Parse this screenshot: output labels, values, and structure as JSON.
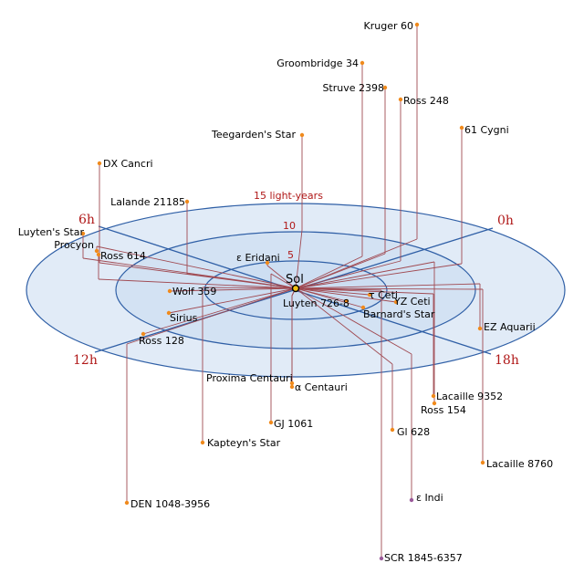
{
  "colors": {
    "disc_fill": "#c9daf0",
    "disc_stroke": "#2f5fa6",
    "drop_line": "#a04a52",
    "star_dot": "#f08a1c",
    "red_dwarf_dot": "#9a5a9a",
    "accent_red": "#b01818",
    "sol": "#f2c010"
  },
  "sun": {
    "label": "Sol"
  },
  "rings": [
    {
      "label": "5"
    },
    {
      "label": "10"
    },
    {
      "label": "15 light-years"
    }
  ],
  "hours": [
    {
      "label": "0h"
    },
    {
      "label": "6h"
    },
    {
      "label": "12h"
    },
    {
      "label": "18h"
    }
  ],
  "stars": [
    {
      "name": "Kruger 60",
      "dot": "star_dot"
    },
    {
      "name": "Groombridge 34",
      "dot": "star_dot"
    },
    {
      "name": "Struve 2398",
      "dot": "star_dot"
    },
    {
      "name": "Ross 248",
      "dot": "star_dot"
    },
    {
      "name": "61 Cygni",
      "dot": "star_dot"
    },
    {
      "name": "Teegarden's Star",
      "dot": "star_dot"
    },
    {
      "name": "DX Cancri",
      "dot": "star_dot"
    },
    {
      "name": "Lalande 21185",
      "dot": "star_dot"
    },
    {
      "name": "Luyten's Star",
      "dot": "star_dot"
    },
    {
      "name": "Procyon",
      "dot": "star_dot"
    },
    {
      "name": "Ross 614",
      "dot": "star_dot"
    },
    {
      "name": "ε Eridani",
      "dot": "star_dot"
    },
    {
      "name": "Wolf 359",
      "dot": "star_dot"
    },
    {
      "name": "Sirius",
      "dot": "star_dot"
    },
    {
      "name": "Ross 128",
      "dot": "star_dot"
    },
    {
      "name": "Luyten 726-8",
      "dot": "star_dot"
    },
    {
      "name": "τ Ceti",
      "dot": "star_dot"
    },
    {
      "name": "YZ Ceti",
      "dot": "star_dot"
    },
    {
      "name": "Barnard's Star",
      "dot": "star_dot"
    },
    {
      "name": "EZ Aquarii",
      "dot": "star_dot"
    },
    {
      "name": "Proxima Centauri",
      "dot": "star_dot"
    },
    {
      "name": "α Centauri",
      "dot": "star_dot"
    },
    {
      "name": "Lacaille 9352",
      "dot": "star_dot"
    },
    {
      "name": "Ross 154",
      "dot": "star_dot"
    },
    {
      "name": "GJ 1061",
      "dot": "star_dot"
    },
    {
      "name": "Gl 628",
      "dot": "star_dot"
    },
    {
      "name": "Kapteyn's Star",
      "dot": "star_dot"
    },
    {
      "name": "Lacaille 8760",
      "dot": "star_dot"
    },
    {
      "name": "DEN 1048-3956",
      "dot": "star_dot"
    },
    {
      "name": "ε Indi",
      "dot": "red_dwarf_dot"
    },
    {
      "name": "SCR 1845-6357",
      "dot": "red_dwarf_dot"
    }
  ]
}
